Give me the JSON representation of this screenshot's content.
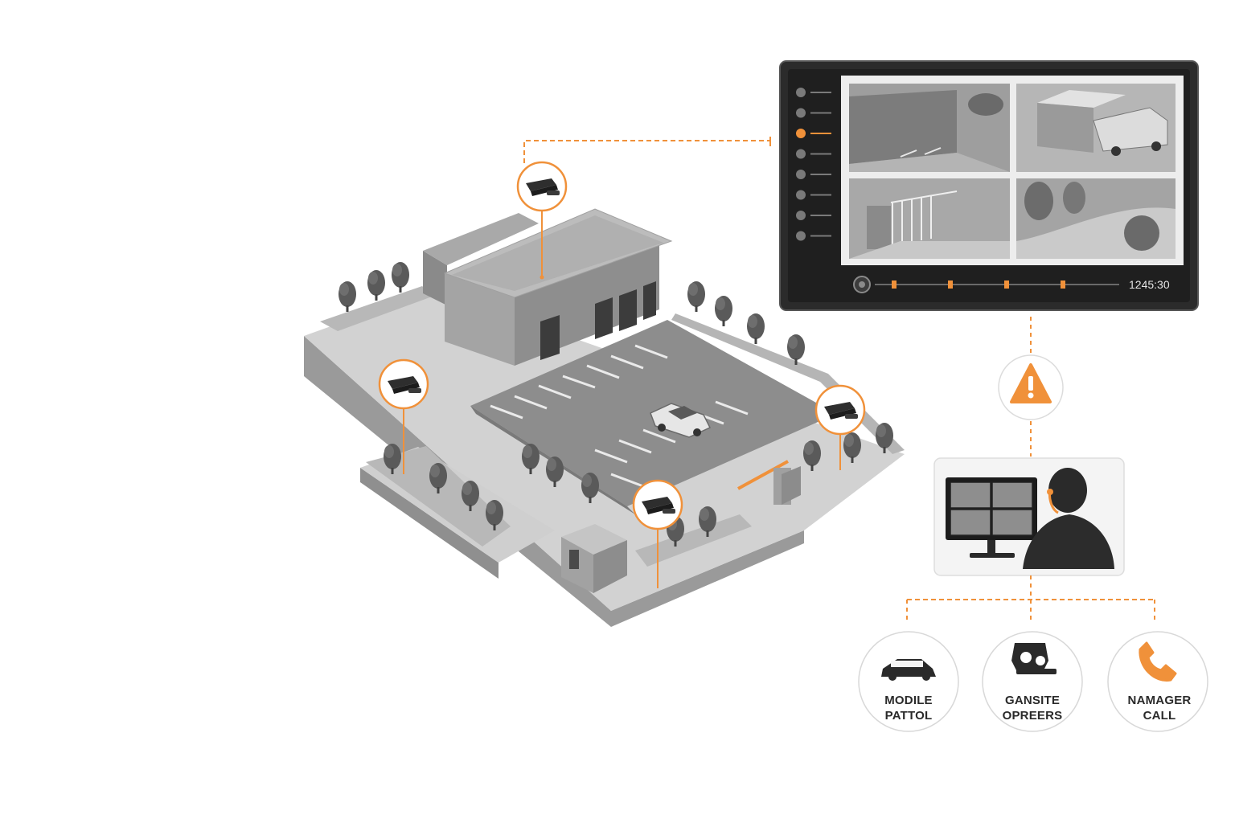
{
  "accent_color": "#f0913a",
  "site": {
    "building": "warehouse-building",
    "cameras": [
      {
        "name": "camera-rooftop",
        "icon": "cctv-camera-icon"
      },
      {
        "name": "camera-west-wall",
        "icon": "cctv-camera-icon"
      },
      {
        "name": "camera-east-fence",
        "icon": "cctv-camera-icon"
      },
      {
        "name": "camera-entrance",
        "icon": "cctv-camera-icon"
      }
    ]
  },
  "monitor": {
    "sidebar_items": 8,
    "active_item_index": 2,
    "feeds": [
      "loading-dock-feed",
      "truck-bay-feed",
      "gate-feed",
      "perimeter-feed"
    ],
    "timecode": "1245:30",
    "timeline_markers": 4
  },
  "alert": {
    "icon": "warning-triangle-icon"
  },
  "operator": {
    "icon": "operator-with-headset-icon"
  },
  "actions": [
    {
      "line1": "MODILE",
      "line2": "PATTOL",
      "icon": "patrol-car-icon"
    },
    {
      "line1": "GANSITE",
      "line2": "OPREERS",
      "icon": "onsite-officers-icon"
    },
    {
      "line1": "NAMAGER",
      "line2": "CALL",
      "icon": "phone-icon"
    }
  ]
}
